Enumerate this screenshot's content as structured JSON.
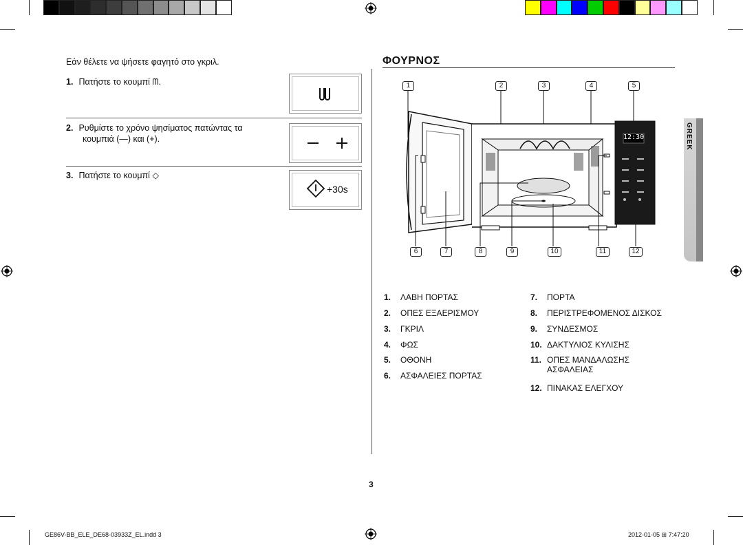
{
  "left": {
    "intro": "Εάν θέλετε να ψήσετε φαγητό στο γκριλ.",
    "steps": [
      {
        "num": "1.",
        "text": "Πατήστε το κουμπί ᗰ."
      },
      {
        "num": "2.",
        "text": "Ρυθμίστε το χρόνο ψησίματος πατώντας τα",
        "text2": "κουμπιά (—) και (+)."
      },
      {
        "num": "3.",
        "text": "Πατήστε το κουμπί ◇"
      }
    ],
    "buttons": {
      "plus30": "+30s"
    }
  },
  "right": {
    "heading": "ΦΟΥΡΝΟΣ",
    "diagram_top_labels": [
      "1",
      "2",
      "3",
      "4",
      "5"
    ],
    "diagram_bottom_labels": [
      "6",
      "7",
      "8",
      "9",
      "10",
      "11",
      "12"
    ],
    "display_time": "12:30",
    "legend_left": [
      {
        "num": "1.",
        "text": "ΛΑΒΗ ΠΟΡΤΑΣ"
      },
      {
        "num": "2.",
        "text": "ΟΠΕΣ ΕΞΑΕΡΙΣΜΟΥ"
      },
      {
        "num": "3.",
        "text": "ΓΚΡΙΛ"
      },
      {
        "num": "4.",
        "text": "ΦΩΣ"
      },
      {
        "num": "5.",
        "text": "ΟΘΟΝΗ"
      },
      {
        "num": "6.",
        "text": "ΑΣΦΑΛΕΙΕΣ ΠΟΡΤΑΣ"
      }
    ],
    "legend_right": [
      {
        "num": "7.",
        "text": "ΠΟΡΤΑ"
      },
      {
        "num": "8.",
        "text": "ΠΕΡΙΣΤΡΕΦΟΜΕΝΟΣ ΔΙΣΚΟΣ"
      },
      {
        "num": "9.",
        "text": "ΣΥΝΔΕΣΜΟΣ"
      },
      {
        "num": "10.",
        "text": "ΔΑΚΤΥΛΙΟΣ ΚΥΛΙΣΗΣ"
      },
      {
        "num": "11.",
        "text": "ΟΠΕΣ ΜΑΝΔΑΛΩΣΗΣ",
        "text2": "ΑΣΦΑΛΕΙΑΣ"
      },
      {
        "num": "12.",
        "text": "ΠΙΝΑΚΑΣ ΕΛΕΓΧΟΥ"
      }
    ]
  },
  "side_tab": "GREEK",
  "page_number": "3",
  "footer": {
    "left": "GE86V-BB_ELE_DE68-03933Z_EL.indd   3",
    "right": "2012-01-05   ⊞ 7:47:20"
  },
  "colors": {
    "gray_bars": [
      "#000000",
      "#111111",
      "#1e1e1e",
      "#2d2d2d",
      "#3d3d3d",
      "#555555",
      "#707070",
      "#8c8c8c",
      "#a8a8a8",
      "#c8c8c8",
      "#e4e4e4",
      "#ffffff"
    ],
    "color_bars": [
      "#ffff00",
      "#ff00ff",
      "#00ffff",
      "#0000ff",
      "#00cc00",
      "#ff0000",
      "#000000",
      "#ffff99",
      "#ff99ff",
      "#99ffff",
      "#ffffff"
    ]
  }
}
